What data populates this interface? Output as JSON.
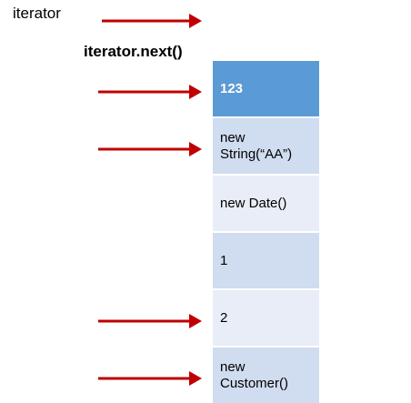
{
  "labels": {
    "iterator": "iterator",
    "iterator_next": "iterator.next()"
  },
  "collection": {
    "cells": [
      {
        "line1": "123",
        "line2": "",
        "fill": "#5b9bd5",
        "text_color": "#ffffff",
        "arrow": true
      },
      {
        "line1": "new",
        "line2": "String(“AA”)",
        "fill": "#d0dcef",
        "text_color": "#000000",
        "arrow": true
      },
      {
        "line1": "new Date()",
        "line2": "",
        "fill": "#e8edf7",
        "text_color": "#000000",
        "arrow": false
      },
      {
        "line1": "1",
        "line2": "",
        "fill": "#d0dcef",
        "text_color": "#000000",
        "arrow": false
      },
      {
        "line1": "2",
        "line2": "",
        "fill": "#e8edf7",
        "text_color": "#000000",
        "arrow": true
      },
      {
        "line1": "new",
        "line2": "Customer()",
        "fill": "#d0dcef",
        "text_color": "#000000",
        "arrow": true
      }
    ]
  },
  "arrows": {
    "color": "#c00000",
    "initial_pointer": true
  }
}
